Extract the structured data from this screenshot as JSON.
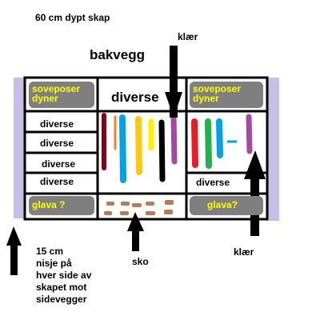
{
  "texts": {
    "depth": "60 cm dypt skap",
    "back_wall": "bakvegg",
    "clothes_top": "klær",
    "clothes_bottom": "klær",
    "shoes": "sko",
    "niche_line1": "15 cm",
    "niche_line2": "nisje på",
    "niche_line3": "hver side av",
    "niche_line4": "skapet mot",
    "niche_line5": "sidevegger"
  },
  "left_section": {
    "top_box_line1": "soveposer",
    "top_box_line2": "dyner",
    "shelves": [
      "diverse",
      "diverse",
      "diverse",
      "diverse"
    ],
    "bottom_box": "glava ?"
  },
  "middle_section": {
    "top_label": "diverse"
  },
  "right_section": {
    "top_box_line1": "soveposer",
    "top_box_line2": "dyner",
    "shelf": "diverse",
    "bottom_box": "glava?"
  },
  "colors": {
    "side_niche": "#c8bfe7",
    "label_box": "#7f7f7f",
    "label_text": "#ffff00",
    "shoe": "#b97a57",
    "hangers_middle": [
      "#880015",
      "#ff7f27",
      "#00a2e8",
      "#ffc90e",
      "#fff200",
      "#000000",
      "#a349a4"
    ],
    "hangers_right": [
      "#ed1c24",
      "#22b14c",
      "#00a2e8",
      "#a349a4"
    ]
  }
}
